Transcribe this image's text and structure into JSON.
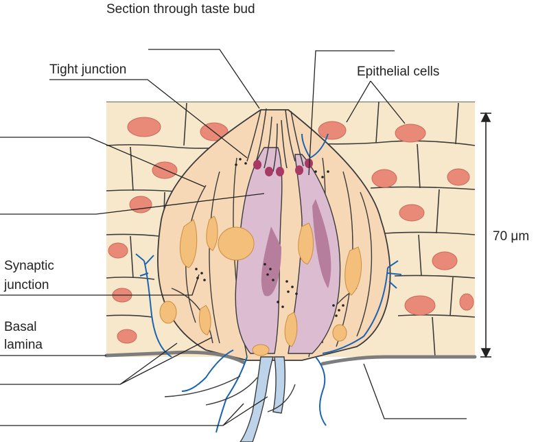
{
  "title": "Section through taste bud",
  "labels": {
    "tight_junction": "Tight junction",
    "epithelial_cells": "Epithelial cells",
    "synaptic_line1": "Synaptic",
    "synaptic_line2": "junction",
    "basal_line1": "Basal",
    "basal_line2": "lamina",
    "scale": "70 μm"
  },
  "colors": {
    "epithelium": "#f7e8cc",
    "nucleus": "#e98a78",
    "bud_cell": "#f6d7b6",
    "support_nucleus": "#f3bf7a",
    "receptor_cell": "#dcbcd1",
    "receptor_core": "#b77d9c",
    "junction": "#a63a64",
    "nerve": "#1a63b0",
    "nerve_fill": "#bcd3ea",
    "lamina": "#7d7d7d",
    "outline": "#3a3a3a"
  }
}
